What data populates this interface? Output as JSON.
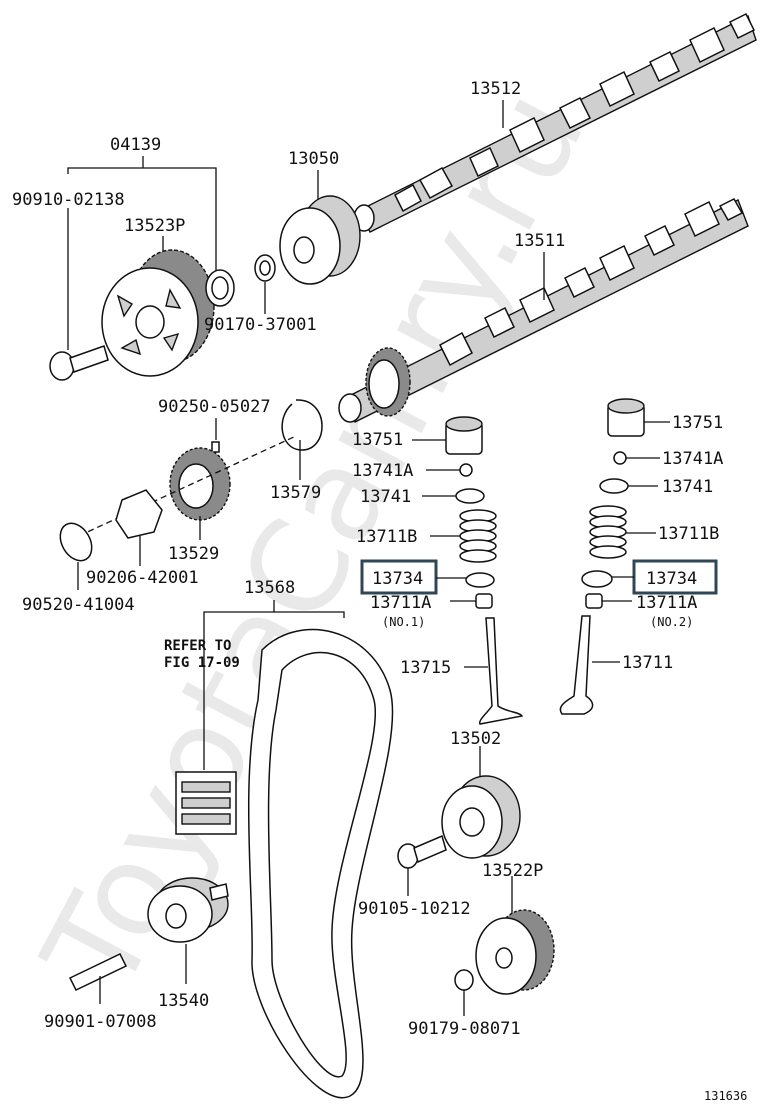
{
  "watermark": "ToyotaCamry.ru",
  "figure_id": "131636",
  "refer_note": {
    "line1": "REFER TO",
    "line2": "FIG 17-09"
  },
  "labels": {
    "p04139": "04139",
    "p90910_02138": "90910-02138",
    "p13523P": "13523P",
    "p13050": "13050",
    "p90170_37001": "90170-37001",
    "p13512": "13512",
    "p13511": "13511",
    "p90250_05027": "90250-05027",
    "p13579": "13579",
    "p13529": "13529",
    "p90206_42001": "90206-42001",
    "p90520_41004": "90520-41004",
    "p13568": "13568",
    "p13751_a": "13751",
    "p13741A_a": "13741A",
    "p13741_a": "13741",
    "p13711B_a": "13711B",
    "p13734_a": "13734",
    "p13711A_a": "13711A",
    "no1": "(NO.1)",
    "p13715": "13715",
    "p13751_b": "13751",
    "p13741A_b": "13741A",
    "p13741_b": "13741",
    "p13711B_b": "13711B",
    "p13734_b": "13734",
    "p13711A_b": "13711A",
    "no2": "(NO.2)",
    "p13711": "13711",
    "p13502": "13502",
    "p90105_10212": "90105-10212",
    "p13522P": "13522P",
    "p13540": "13540",
    "p90901_07008": "90901-07008",
    "p90179_08071": "90179-08071"
  },
  "colors": {
    "highlight": "#2f4654",
    "ink": "#111111",
    "watermark": "#e9e9e9"
  }
}
